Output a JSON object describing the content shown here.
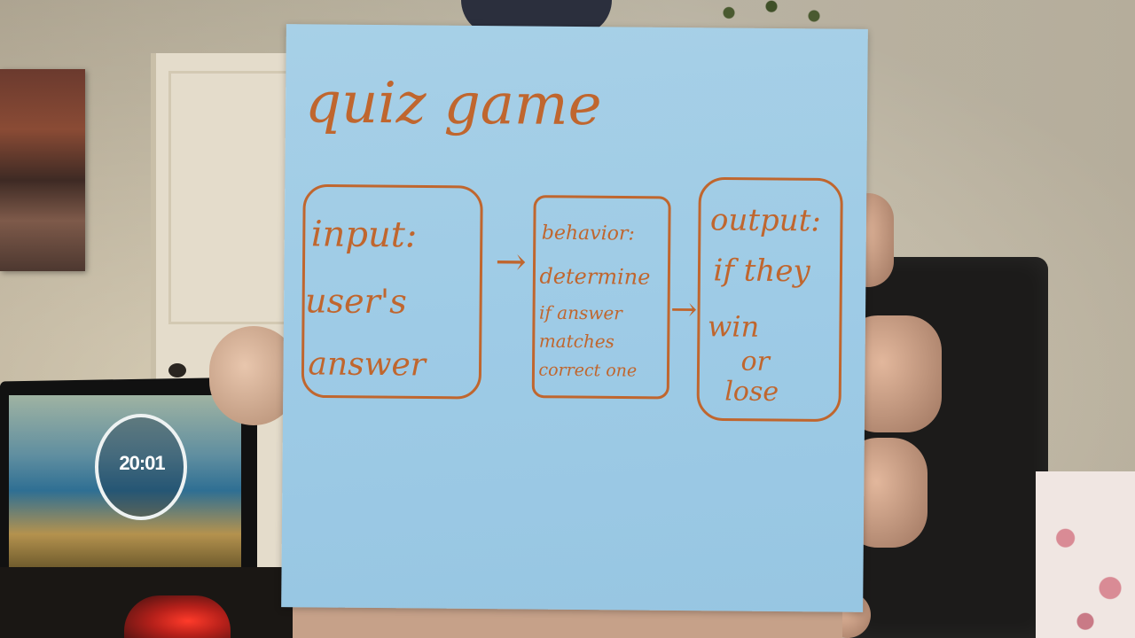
{
  "scene": {
    "description_items": [
      "wall",
      "door",
      "painting",
      "laptop",
      "chair",
      "bed",
      "sticky-note",
      "hands"
    ]
  },
  "laptop": {
    "clock_text": "20:01"
  },
  "note": {
    "title": "quiz game",
    "boxes": [
      {
        "lines": [
          "input:",
          "user's",
          "answer"
        ]
      },
      {
        "lines": [
          "behavior:",
          "determine",
          "if answer",
          "matches",
          "correct one"
        ]
      },
      {
        "lines": [
          "output:",
          "if they",
          "win",
          "or",
          "lose"
        ]
      }
    ],
    "arrow": "→",
    "ink_color": "#c0662e",
    "paper_color": "#a1cbe5"
  }
}
